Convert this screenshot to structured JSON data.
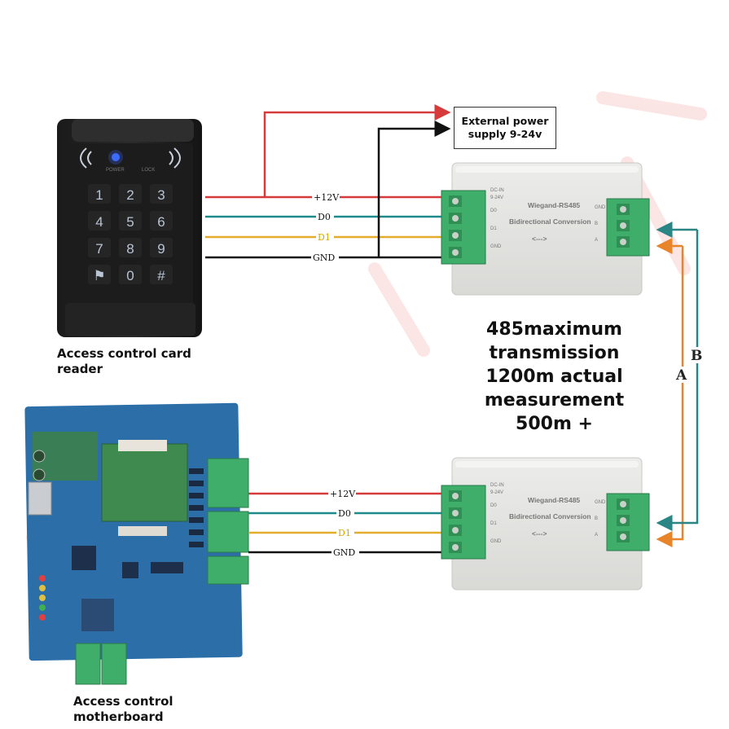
{
  "labels": {
    "card_reader": "Access control card reader",
    "motherboard": "Access control motherboard",
    "power_supply": "External power supply 9-24v",
    "distance_note": "485maximum transmission 1200m actual measurement 500m +"
  },
  "wires": {
    "plus12v": "+12V",
    "d0": "D0",
    "d1": "D1",
    "gnd": "GND"
  },
  "bus": {
    "a": "A",
    "b": "B"
  },
  "converter": {
    "title": "Wiegand-RS485",
    "subtitle": "Bidirectional Conversion",
    "arrow": "<--->",
    "pins_left": [
      "DC-IN",
      "9-24V",
      "D0",
      "D1",
      "GND"
    ],
    "pins_right": [
      "GND",
      "B",
      "A"
    ]
  },
  "keypad": {
    "keys": [
      "1",
      "2",
      "3",
      "4",
      "5",
      "6",
      "7",
      "8",
      "9",
      "⚑",
      "0",
      "#"
    ],
    "status_left": "POWER",
    "status_right": "LOCK"
  },
  "colors": {
    "red_wire": "#d63a3a",
    "green_wire": "#1f8a8a",
    "yellow_wire": "#e2ad2a",
    "black_wire": "#111111",
    "orange_bus": "#e8852b",
    "teal_bus": "#2a8585",
    "terminal_green": "#3fae6b"
  },
  "icons": {
    "led": "blue-led-icon",
    "keypad": "keypad-icon"
  }
}
